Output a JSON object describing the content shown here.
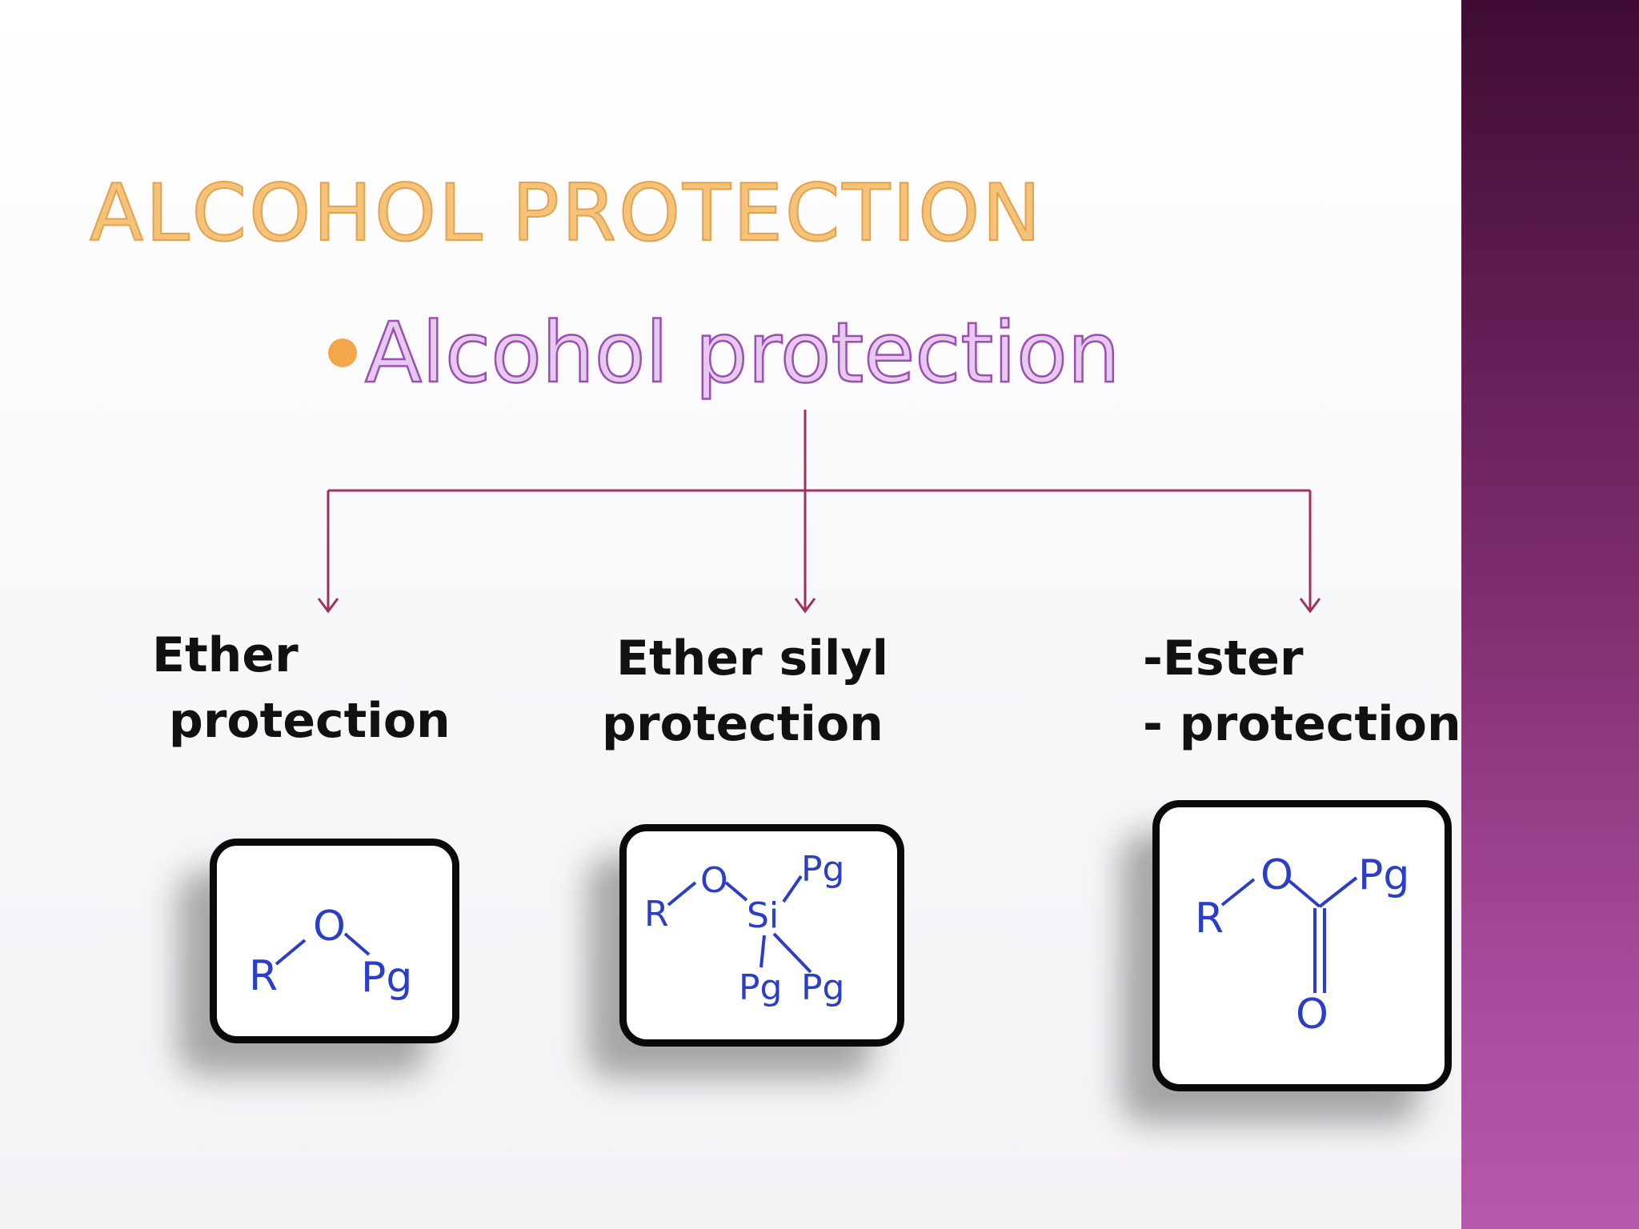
{
  "slide": {
    "title": "ALCOHOL PROTECTION",
    "heading": "Alcohol protection",
    "branches": [
      {
        "label_line1": "Ether",
        "label_line2": " protection",
        "structure": "R-O-Pg"
      },
      {
        "label_line1": "Ether silyl",
        "label_line2": "protection",
        "structure": "R-O-Si(Pg)3"
      },
      {
        "label_line1": "-Ester",
        "label_line2": "- protection",
        "structure": "R-O-C(=O)-Pg"
      }
    ]
  },
  "chem_labels": {
    "r": "R",
    "o": "O",
    "pg": "Pg",
    "si": "Si"
  },
  "colors": {
    "title": "#f5c27a",
    "heading": "#e7c9f0",
    "connector": "#a0305e",
    "molecule": "#2b3ec9",
    "side_band": "#8a3480"
  }
}
